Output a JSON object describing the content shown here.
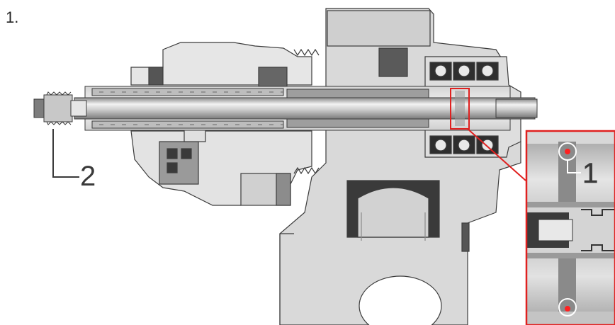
{
  "step_number": "1.",
  "callouts": {
    "c1": "1",
    "c2": "2"
  },
  "colors": {
    "highlight": "#e0201f",
    "marker": "#ff2020",
    "steel_light": "#e6e6e6",
    "steel_mid": "#bdbdbd",
    "steel_dark": "#6e6e6e",
    "outline": "#3c3c3c"
  }
}
